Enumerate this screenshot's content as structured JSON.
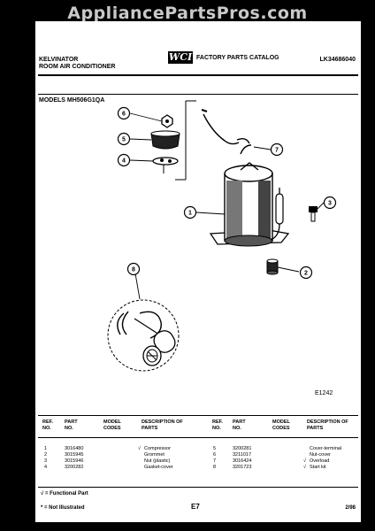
{
  "watermark": "AppliancePartsPros.com",
  "header": {
    "brand_line1": "KELVINATOR",
    "brand_line2": "ROOM AIR CONDITIONER",
    "logo": "WCI",
    "catalog": "FACTORY PARTS CATALOG",
    "doc_code": "LK34686040"
  },
  "model": "MODELS MH506G1QA",
  "figure_code": "E1242",
  "callouts": [
    "1",
    "2",
    "3",
    "4",
    "5",
    "6",
    "7",
    "8"
  ],
  "columns": {
    "ref_no": "REF. NO.",
    "part_no": "PART NO.",
    "model_codes": "MODEL CODES",
    "description": "DESCRIPTION OF PARTS"
  },
  "parts_left": [
    {
      "ref": "1",
      "part": "3016480",
      "check": "√",
      "desc": "Compressor"
    },
    {
      "ref": "2",
      "part": "3015945",
      "check": "",
      "desc": "Grommet"
    },
    {
      "ref": "3",
      "part": "3015946",
      "check": "",
      "desc": "Nut (plastic)"
    },
    {
      "ref": "4",
      "part": "3200282",
      "check": "",
      "desc": "Gasket-cover"
    }
  ],
  "parts_right": [
    {
      "ref": "5",
      "part": "3200281",
      "check": "",
      "desc": "Cover-terminal"
    },
    {
      "ref": "6",
      "part": "3211017",
      "check": "",
      "desc": "Nut-cover"
    },
    {
      "ref": "7",
      "part": "3016424",
      "check": "√",
      "desc": "Overload"
    },
    {
      "ref": "8",
      "part": "3201723",
      "check": "√",
      "desc": "Start kit"
    }
  ],
  "footer": {
    "functional": "√ = Functional Part",
    "not_illustrated": "* = Not Illustrated",
    "page": "E7",
    "date": "2/98"
  }
}
